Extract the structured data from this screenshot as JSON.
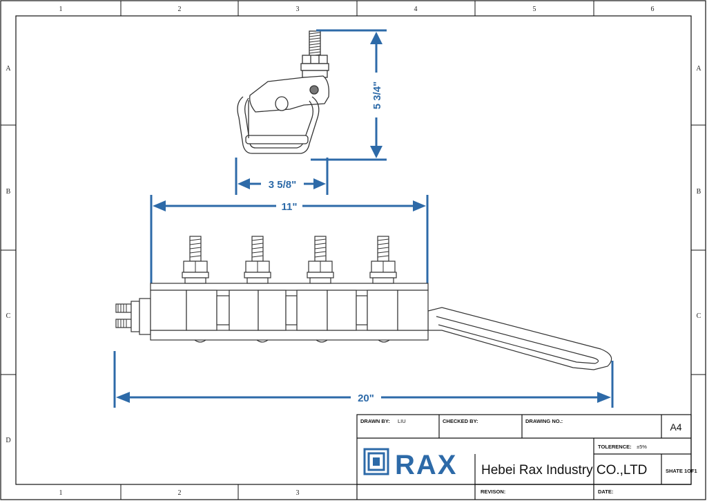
{
  "zones": {
    "columns": [
      "1",
      "2",
      "3",
      "4",
      "5",
      "6"
    ],
    "rows": [
      "A",
      "B",
      "C",
      "D"
    ]
  },
  "dimensions": {
    "height": "5 3/4\"",
    "clamp_width": "3 5/8\"",
    "bolt_span": "11\"",
    "overall_length": "20\""
  },
  "title_block": {
    "drawn_by_label": "DRAWN BY:",
    "drawn_by_value": "LIU",
    "checked_by_label": "CHECKED BY:",
    "drawing_no_label": "DRAWING NO.:",
    "size": "A4",
    "tolerance_label": "TOLERENCE:",
    "tolerance_value": "±5%",
    "logo": "RAX",
    "company": "Hebei Rax Industry CO.,LTD",
    "sheet": "SHATE 1OF1",
    "revision_label": "REVISON:",
    "date_label": "DATE:"
  },
  "colors": {
    "dimension": "#2d6aa8",
    "border": "#111111"
  }
}
